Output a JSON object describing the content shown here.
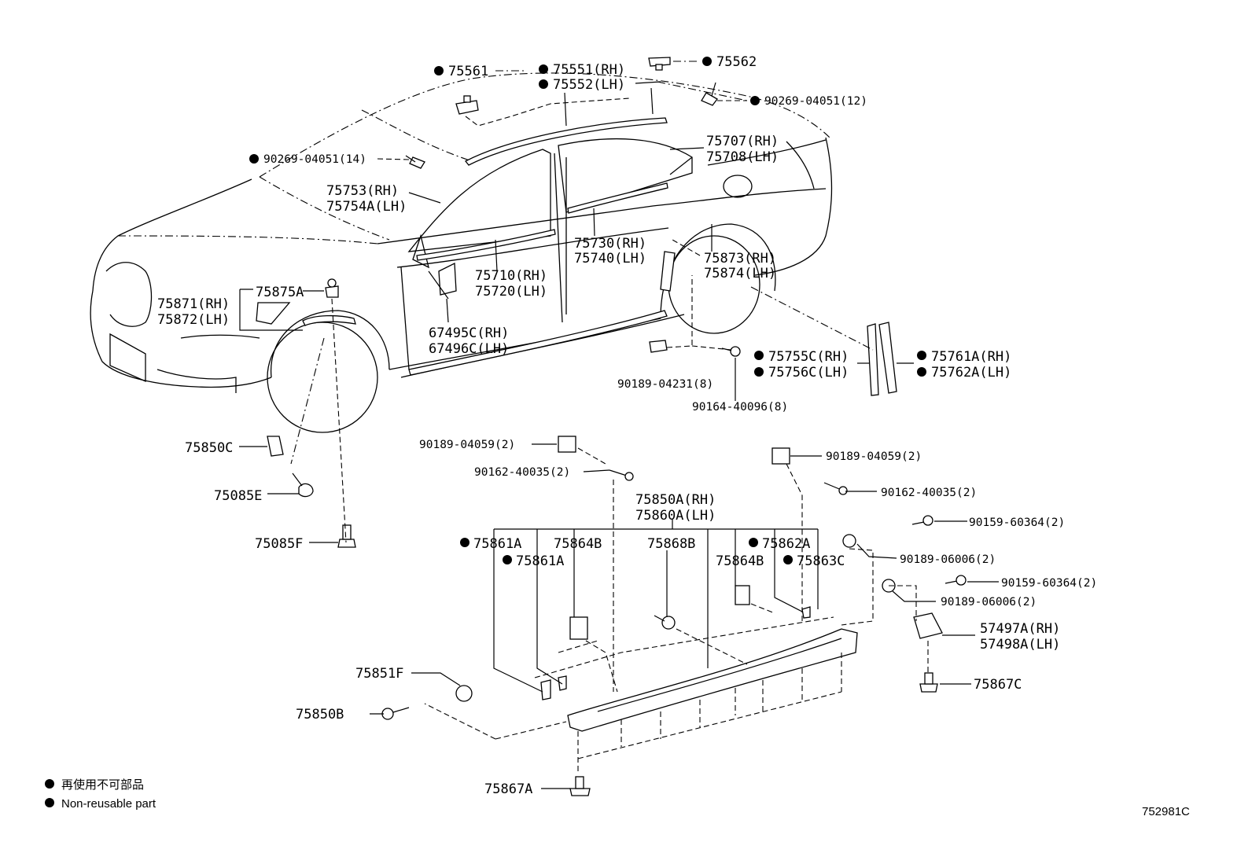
{
  "diagram": {
    "figure_code": "752981C",
    "legend": {
      "line1": "再使用不可部品",
      "line2": "Non-reusable part"
    },
    "labels": {
      "p75561": "75561",
      "p75551": "75551(RH)",
      "p75552": "75552(LH)",
      "p75562": "75562",
      "p90269_12": "90269-04051(12)",
      "p90269_14": "90269-04051(14)",
      "p75707": "75707(RH)",
      "p75708": "75708(LH)",
      "p75753": "75753(RH)",
      "p75754A": "75754A(LH)",
      "p75730": "75730(RH)",
      "p75740": "75740(LH)",
      "p75873": "75873(RH)",
      "p75874": "75874(LH)",
      "p75710": "75710(RH)",
      "p75720": "75720(LH)",
      "p75875A": "75875A",
      "p75871": "75871(RH)",
      "p75872": "75872(LH)",
      "p67495C": "67495C(RH)",
      "p67496C": "67496C(LH)",
      "p75755C": "75755C(RH)",
      "p75756C": "75756C(LH)",
      "p75761A": "75761A(RH)",
      "p75762A": "75762A(LH)",
      "p90189_04231": "90189-04231(8)",
      "p90164_40096": "90164-40096(8)",
      "p75850C": "75850C",
      "p75085E": "75085E",
      "p75085F": "75085F",
      "p90189_04059_l": "90189-04059(2)",
      "p90162_40035_l": "90162-40035(2)",
      "p90189_04059_r": "90189-04059(2)",
      "p90162_40035_r": "90162-40035(2)",
      "p75850A": "75850A(RH)",
      "p75860A": "75860A(LH)",
      "p90159_1": "90159-60364(2)",
      "p90189_06006_1": "90189-06006(2)",
      "p90159_2": "90159-60364(2)",
      "p90189_06006_2": "90189-06006(2)",
      "p75861A_1": "75861A",
      "p75864B_1": "75864B",
      "p75868B": "75868B",
      "p75862A": "75862A",
      "p75861A_2": "75861A",
      "p75864B_2": "75864B",
      "p75863C": "75863C",
      "p57497A": "57497A(RH)",
      "p57498A": "57498A(LH)",
      "p75851F": "75851F",
      "p75850B": "75850B",
      "p75867C": "75867C",
      "p75867A": "75867A"
    }
  }
}
